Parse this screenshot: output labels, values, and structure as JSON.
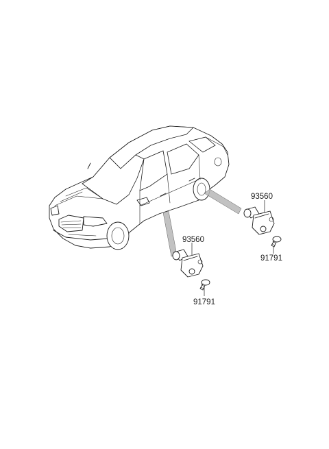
{
  "parts": [
    {
      "id": "switch-rear",
      "number": "93560"
    },
    {
      "id": "screw-rear",
      "number": "91791"
    },
    {
      "id": "switch-front",
      "number": "93560"
    },
    {
      "id": "screw-front",
      "number": "91791"
    }
  ]
}
